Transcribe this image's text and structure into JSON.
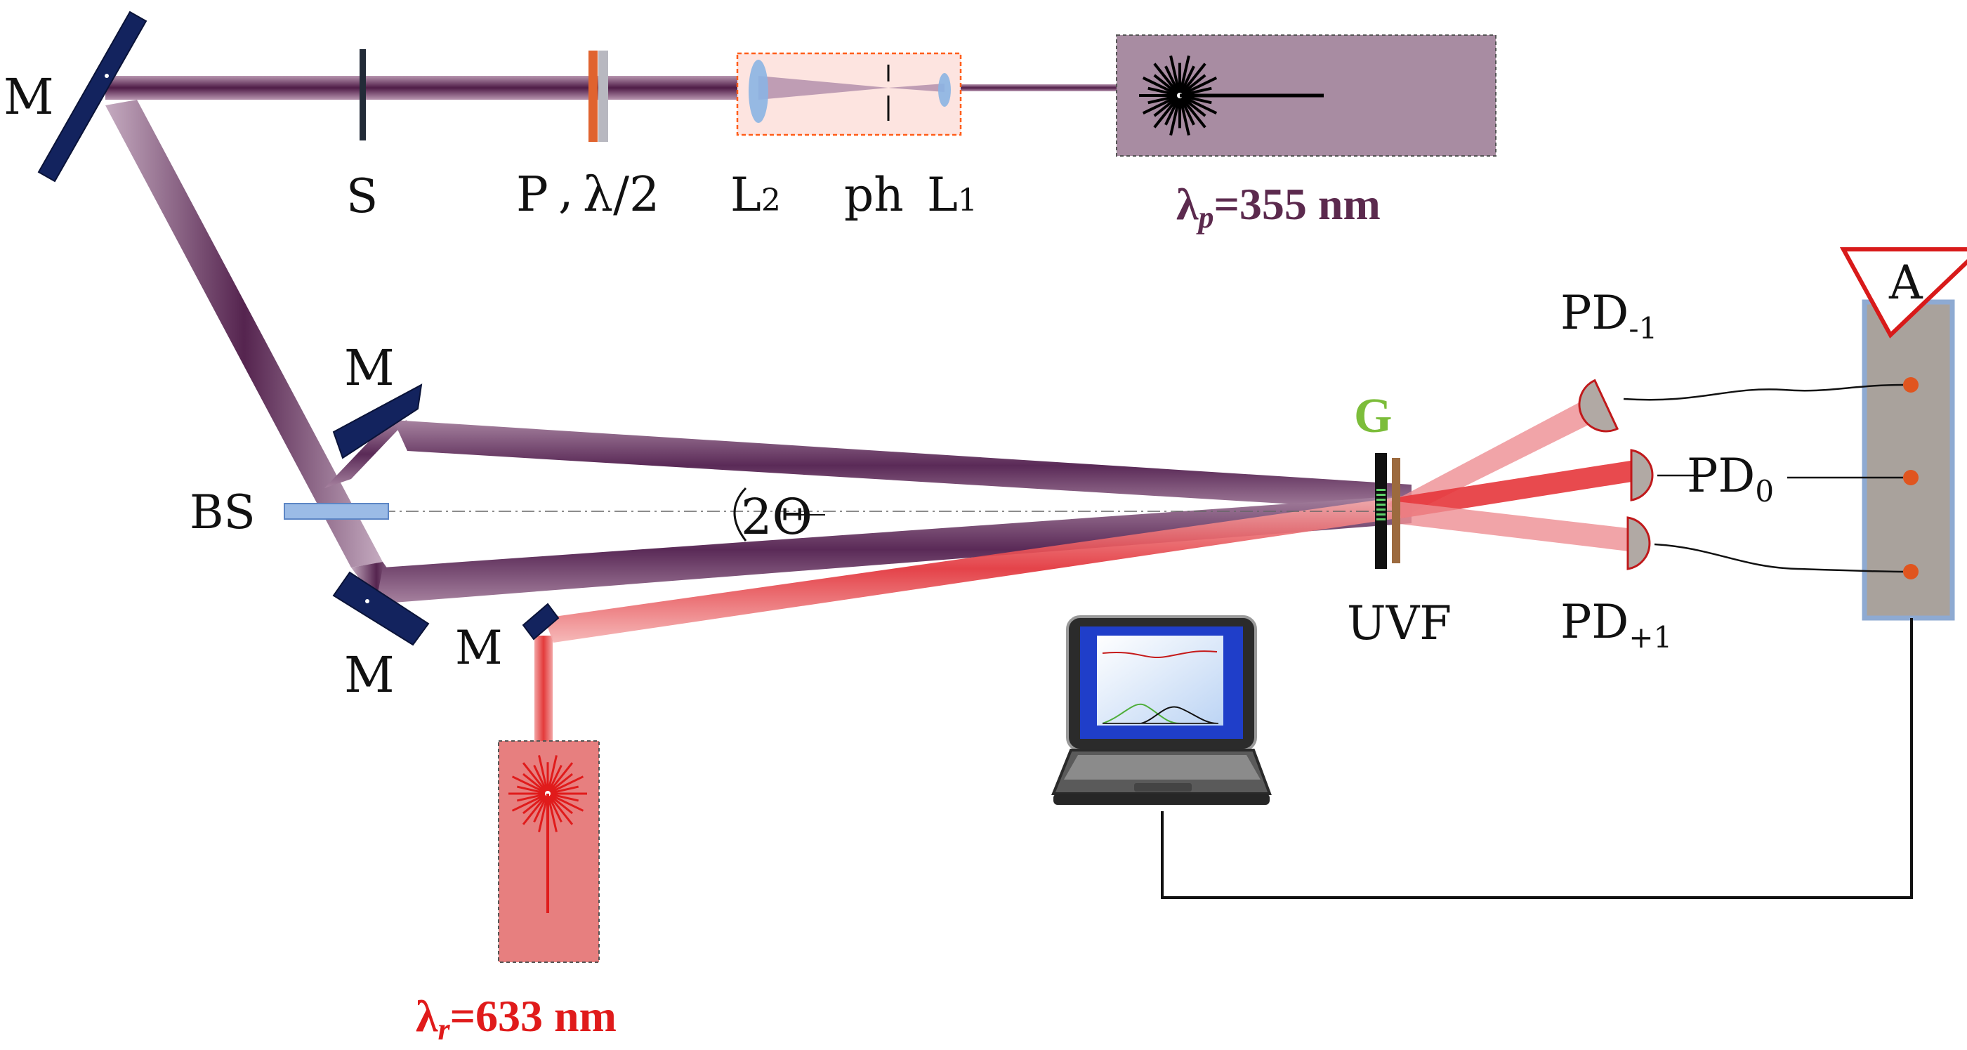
{
  "labels": {
    "mirror": "M",
    "shutter": "S",
    "polarizer": "P",
    "halfwave_sep": ",",
    "halfwave": "λ/2",
    "lens2_main": "L",
    "lens2_sub": "2",
    "pinhole": "ph",
    "lens1_main": "L",
    "lens1_sub": "1",
    "beamsplitter": "BS",
    "angle": "2Θ",
    "grating": "G",
    "uv_filter": "UVF",
    "pd_minus1_main": "PD",
    "pd_minus1_sub": "-1",
    "pd0_main": "PD",
    "pd0_sub": "0",
    "pd_plus1_main": "PD",
    "pd_plus1_sub": "+1",
    "amplifier": "A"
  },
  "sources": {
    "pump": {
      "symbol": "λ",
      "subscript": "p",
      "value": "=355 nm",
      "color": "#5c2a4e"
    },
    "probe": {
      "symbol": "λ",
      "subscript": "r",
      "value": "=633 nm",
      "color": "#e01b1b"
    }
  },
  "colors": {
    "pump_beam": "#5e2a55",
    "pump_beam_light": "#9b6a93",
    "probe_beam": "#e8393f",
    "probe_beam_light": "#f3a0a2",
    "mirror": "#13235e",
    "pump_box": "#a88ca2",
    "probe_box": "#e77f7f",
    "uvf": "#9c6a3e",
    "grating_label": "#7cbd3a",
    "amp_triangle": "#d81a1a",
    "detector_box": "#a9a29c",
    "detector_box_border": "#8eaad2",
    "port": "#e0551f",
    "photodiode": "#b1a9a4"
  }
}
